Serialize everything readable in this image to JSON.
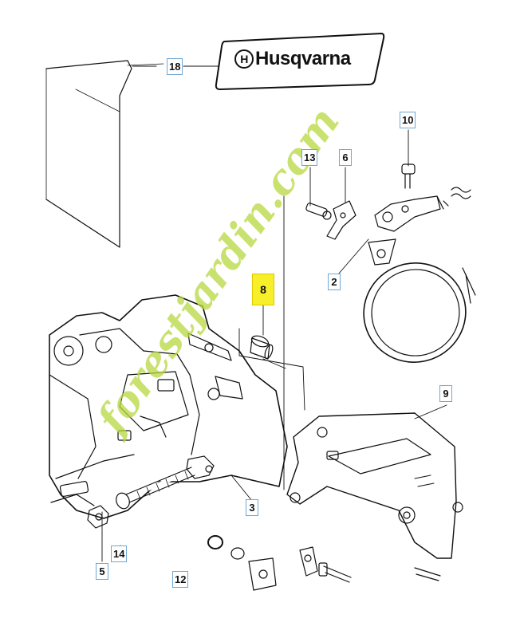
{
  "brand": {
    "name": "Husqvarna",
    "mark": "H"
  },
  "watermark": "forestjardin.com",
  "callouts": {
    "c18": "18",
    "c10": "10",
    "c13": "13",
    "c6": "6",
    "c2": "2",
    "c8": "8",
    "c9": "9",
    "c3": "3",
    "c14": "14",
    "c5": "5",
    "c12": "12"
  },
  "colors": {
    "line": "#111111",
    "callout_border": "#6fa8d6",
    "highlight": "#f6ef2a",
    "watermark_green": "#b8d840",
    "watermark_orange": "#f2b366",
    "watermark_gray": "#c9c3b4"
  }
}
